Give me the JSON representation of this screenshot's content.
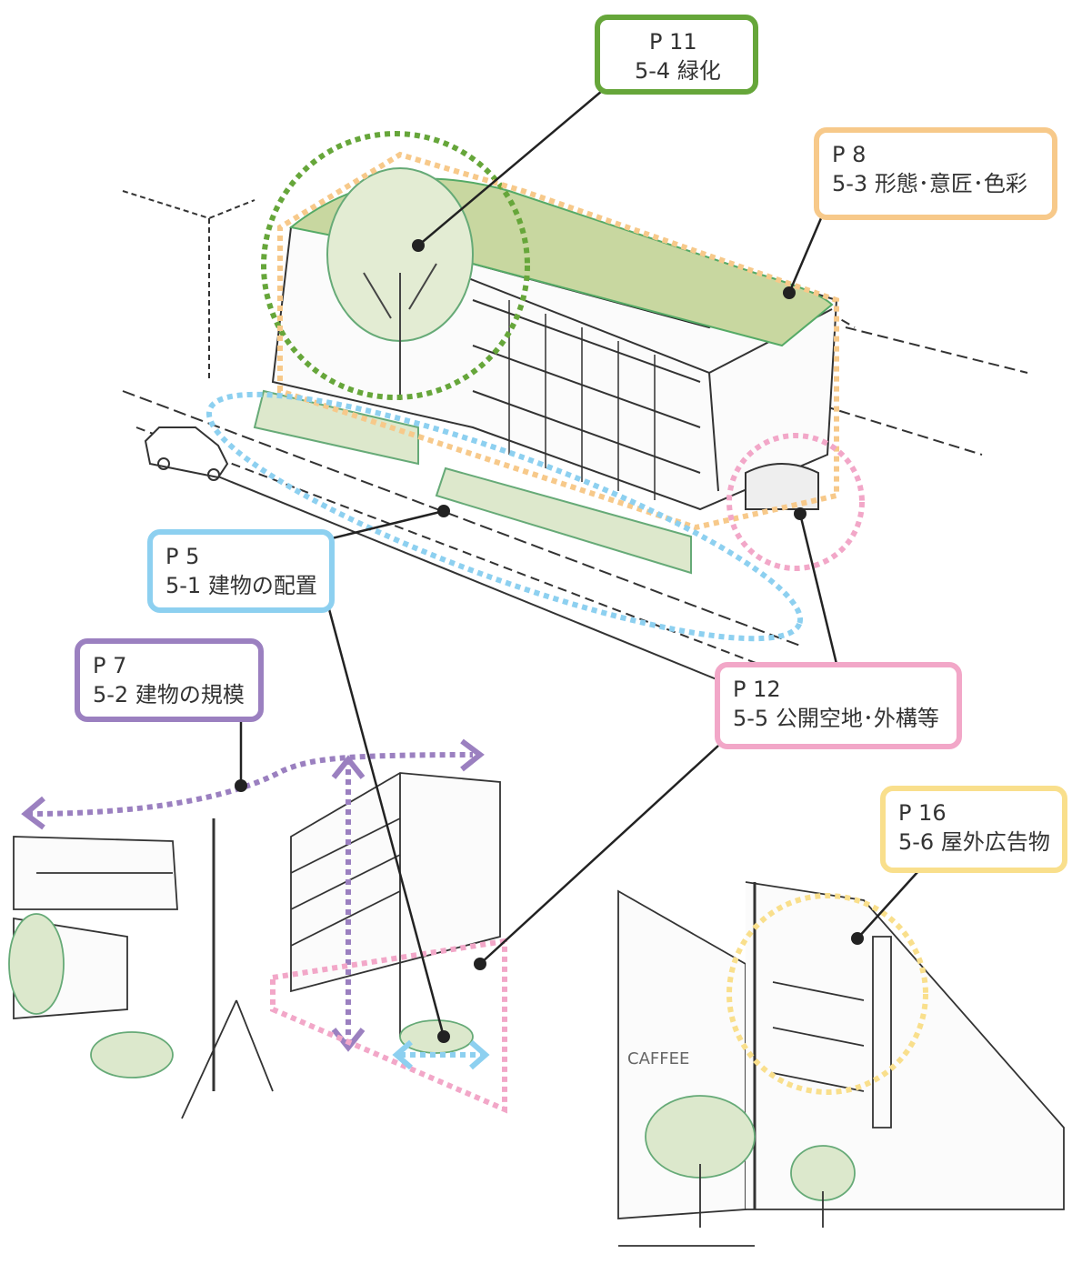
{
  "labels": {
    "greening": {
      "page": "P 11",
      "section": "5-4 緑化",
      "color": "#66a63a"
    },
    "form": {
      "page": "P  8",
      "section": "5-3 形態･意匠･色彩",
      "color": "#f7c98a"
    },
    "placement": {
      "page": "P  5",
      "section": "5-1 建物の配置",
      "color": "#8dd0f0"
    },
    "scale": {
      "page": "P  7",
      "section": "5-2 建物の規模",
      "color": "#9b80c0"
    },
    "openspace": {
      "page": "P 12",
      "section": "5-5 公開空地･外構等",
      "color": "#f2a7c8"
    },
    "signage": {
      "page": "P 16",
      "section": "5-6 屋外広告物",
      "color": "#f9df8c"
    }
  }
}
